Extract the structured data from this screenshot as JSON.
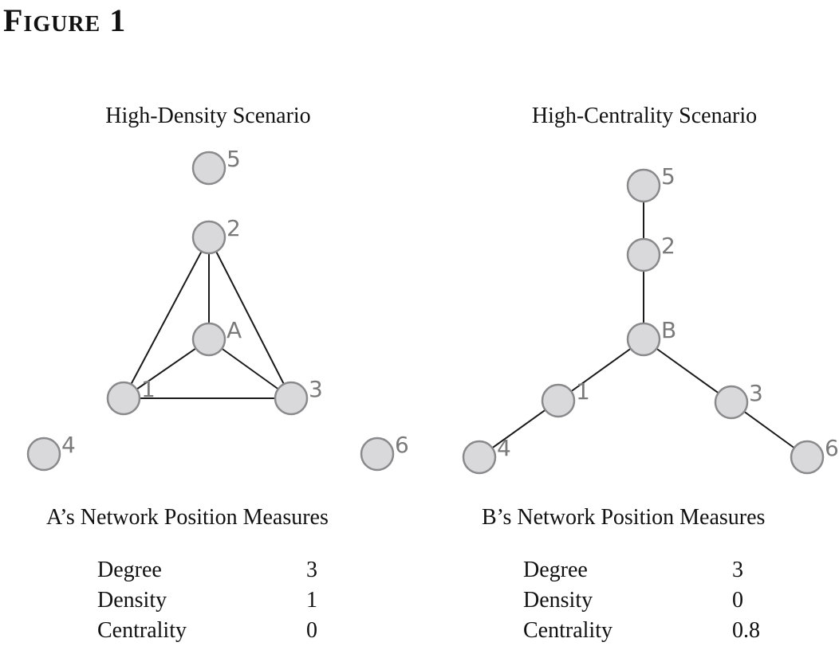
{
  "figure_title": "Figure 1",
  "panels": [
    {
      "title": "High-Density Scenario",
      "focal_node": "A",
      "nodes": [
        "A",
        "1",
        "2",
        "3",
        "4",
        "5",
        "6"
      ],
      "edges": [
        [
          "A",
          "1"
        ],
        [
          "A",
          "2"
        ],
        [
          "A",
          "3"
        ],
        [
          "1",
          "2"
        ],
        [
          "2",
          "3"
        ],
        [
          "1",
          "3"
        ]
      ],
      "measures_title": "A’s Network Position Measures",
      "measures": [
        {
          "name": "Degree",
          "value": "3"
        },
        {
          "name": "Density",
          "value": "1"
        },
        {
          "name": "Centrality",
          "value": "0"
        }
      ]
    },
    {
      "title": "High-Centrality Scenario",
      "focal_node": "B",
      "nodes": [
        "B",
        "1",
        "2",
        "3",
        "4",
        "5",
        "6"
      ],
      "edges": [
        [
          "B",
          "1"
        ],
        [
          "B",
          "2"
        ],
        [
          "B",
          "3"
        ],
        [
          "1",
          "4"
        ],
        [
          "2",
          "5"
        ],
        [
          "3",
          "6"
        ]
      ],
      "measures_title": "B’s Network Position Measures",
      "measures": [
        {
          "name": "Degree",
          "value": "3"
        },
        {
          "name": "Density",
          "value": "0"
        },
        {
          "name": "Centrality",
          "value": "0.8"
        }
      ]
    }
  ],
  "colors": {
    "node_fill": "#d9d9db",
    "node_stroke": "#8a8a8c",
    "node_label": "#7a7a7a",
    "edge": "#1a1a1a",
    "text": "#111111"
  }
}
